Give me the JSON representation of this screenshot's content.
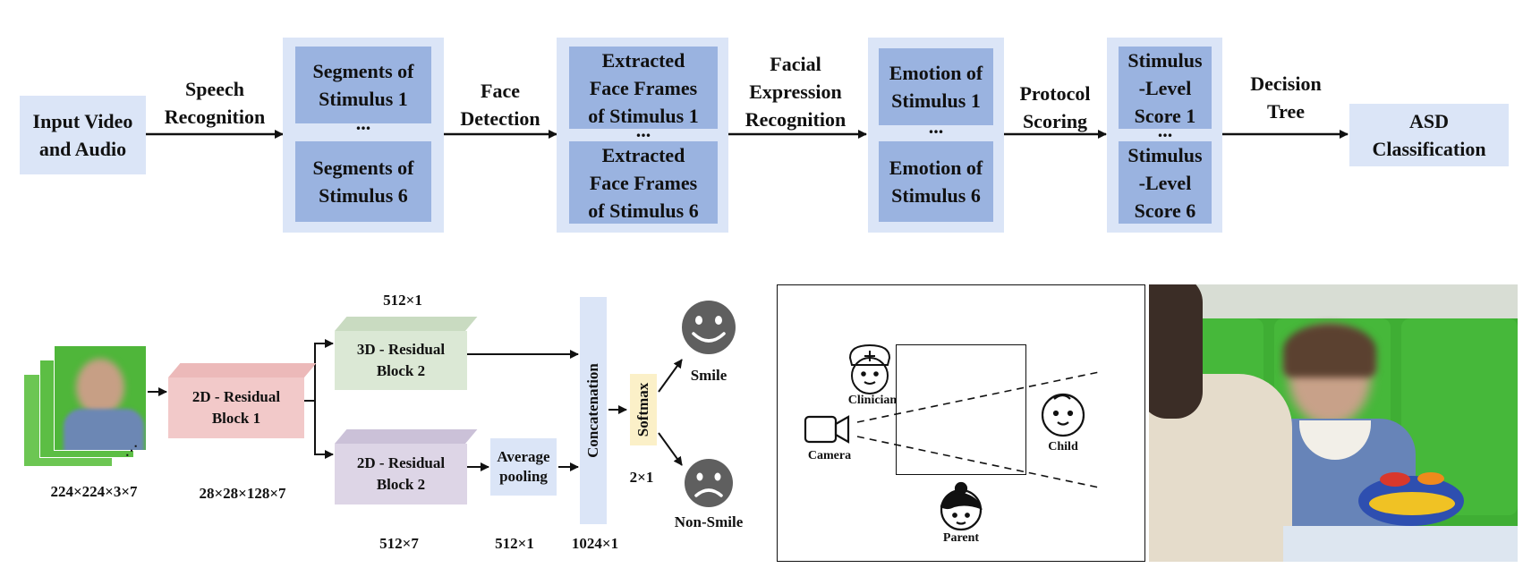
{
  "pipeline": {
    "input": "Input Video\nand Audio",
    "arrow1": "Speech\nRecognition",
    "seg1": "Segments of\nStimulus 1",
    "seg6": "Segments of\nStimulus 6",
    "arrow2": "Face\nDetection",
    "face1": "Extracted\nFace Frames\nof Stimulus 1",
    "face6": "Extracted\nFace Frames\nof Stimulus 6",
    "arrow3": "Facial\nExpression\nRecognition",
    "emo1": "Emotion of\nStimulus 1",
    "emo6": "Emotion of\nStimulus 6",
    "arrow4": "Protocol\nScoring",
    "score1": "Stimulus\n-Level\nScore 1",
    "score6": "Stimulus\n-Level\nScore 6",
    "arrow5": "Decision\nTree",
    "output": "ASD\nClassification",
    "ellipsis": "..."
  },
  "network": {
    "input_dim": "224×224×3×7",
    "block1": "2D - Residual\nBlock 1",
    "block1_dim": "28×28×128×7",
    "block3d": "3D - Residual\nBlock 2",
    "block3d_dim": "512×1",
    "block2d": "2D - Residual\nBlock 2",
    "block2d_dim": "512×7",
    "pool": "Average\npooling",
    "pool_dim": "512×1",
    "concat": "Concatenation",
    "concat_dim": "1024×1",
    "softmax": "Softmax",
    "softmax_dim": "2×1",
    "smile": "Smile",
    "nonsmile": "Non-Smile",
    "colors": {
      "block1": "#f2c9c9",
      "block3d": "#dbe8d5",
      "block2d": "#ddd5e6",
      "pool": "#dbe5f7",
      "concat": "#dbe5f7",
      "softmax": "#fbf0c8",
      "face": "#5f5f5f"
    }
  },
  "room": {
    "clinician": "Clinician",
    "camera": "Camera",
    "child": "Child",
    "parent": "Parent"
  },
  "icons": [
    "clinician-icon",
    "camera-icon",
    "child-icon",
    "parent-icon",
    "smile-face-icon",
    "sad-face-icon"
  ]
}
